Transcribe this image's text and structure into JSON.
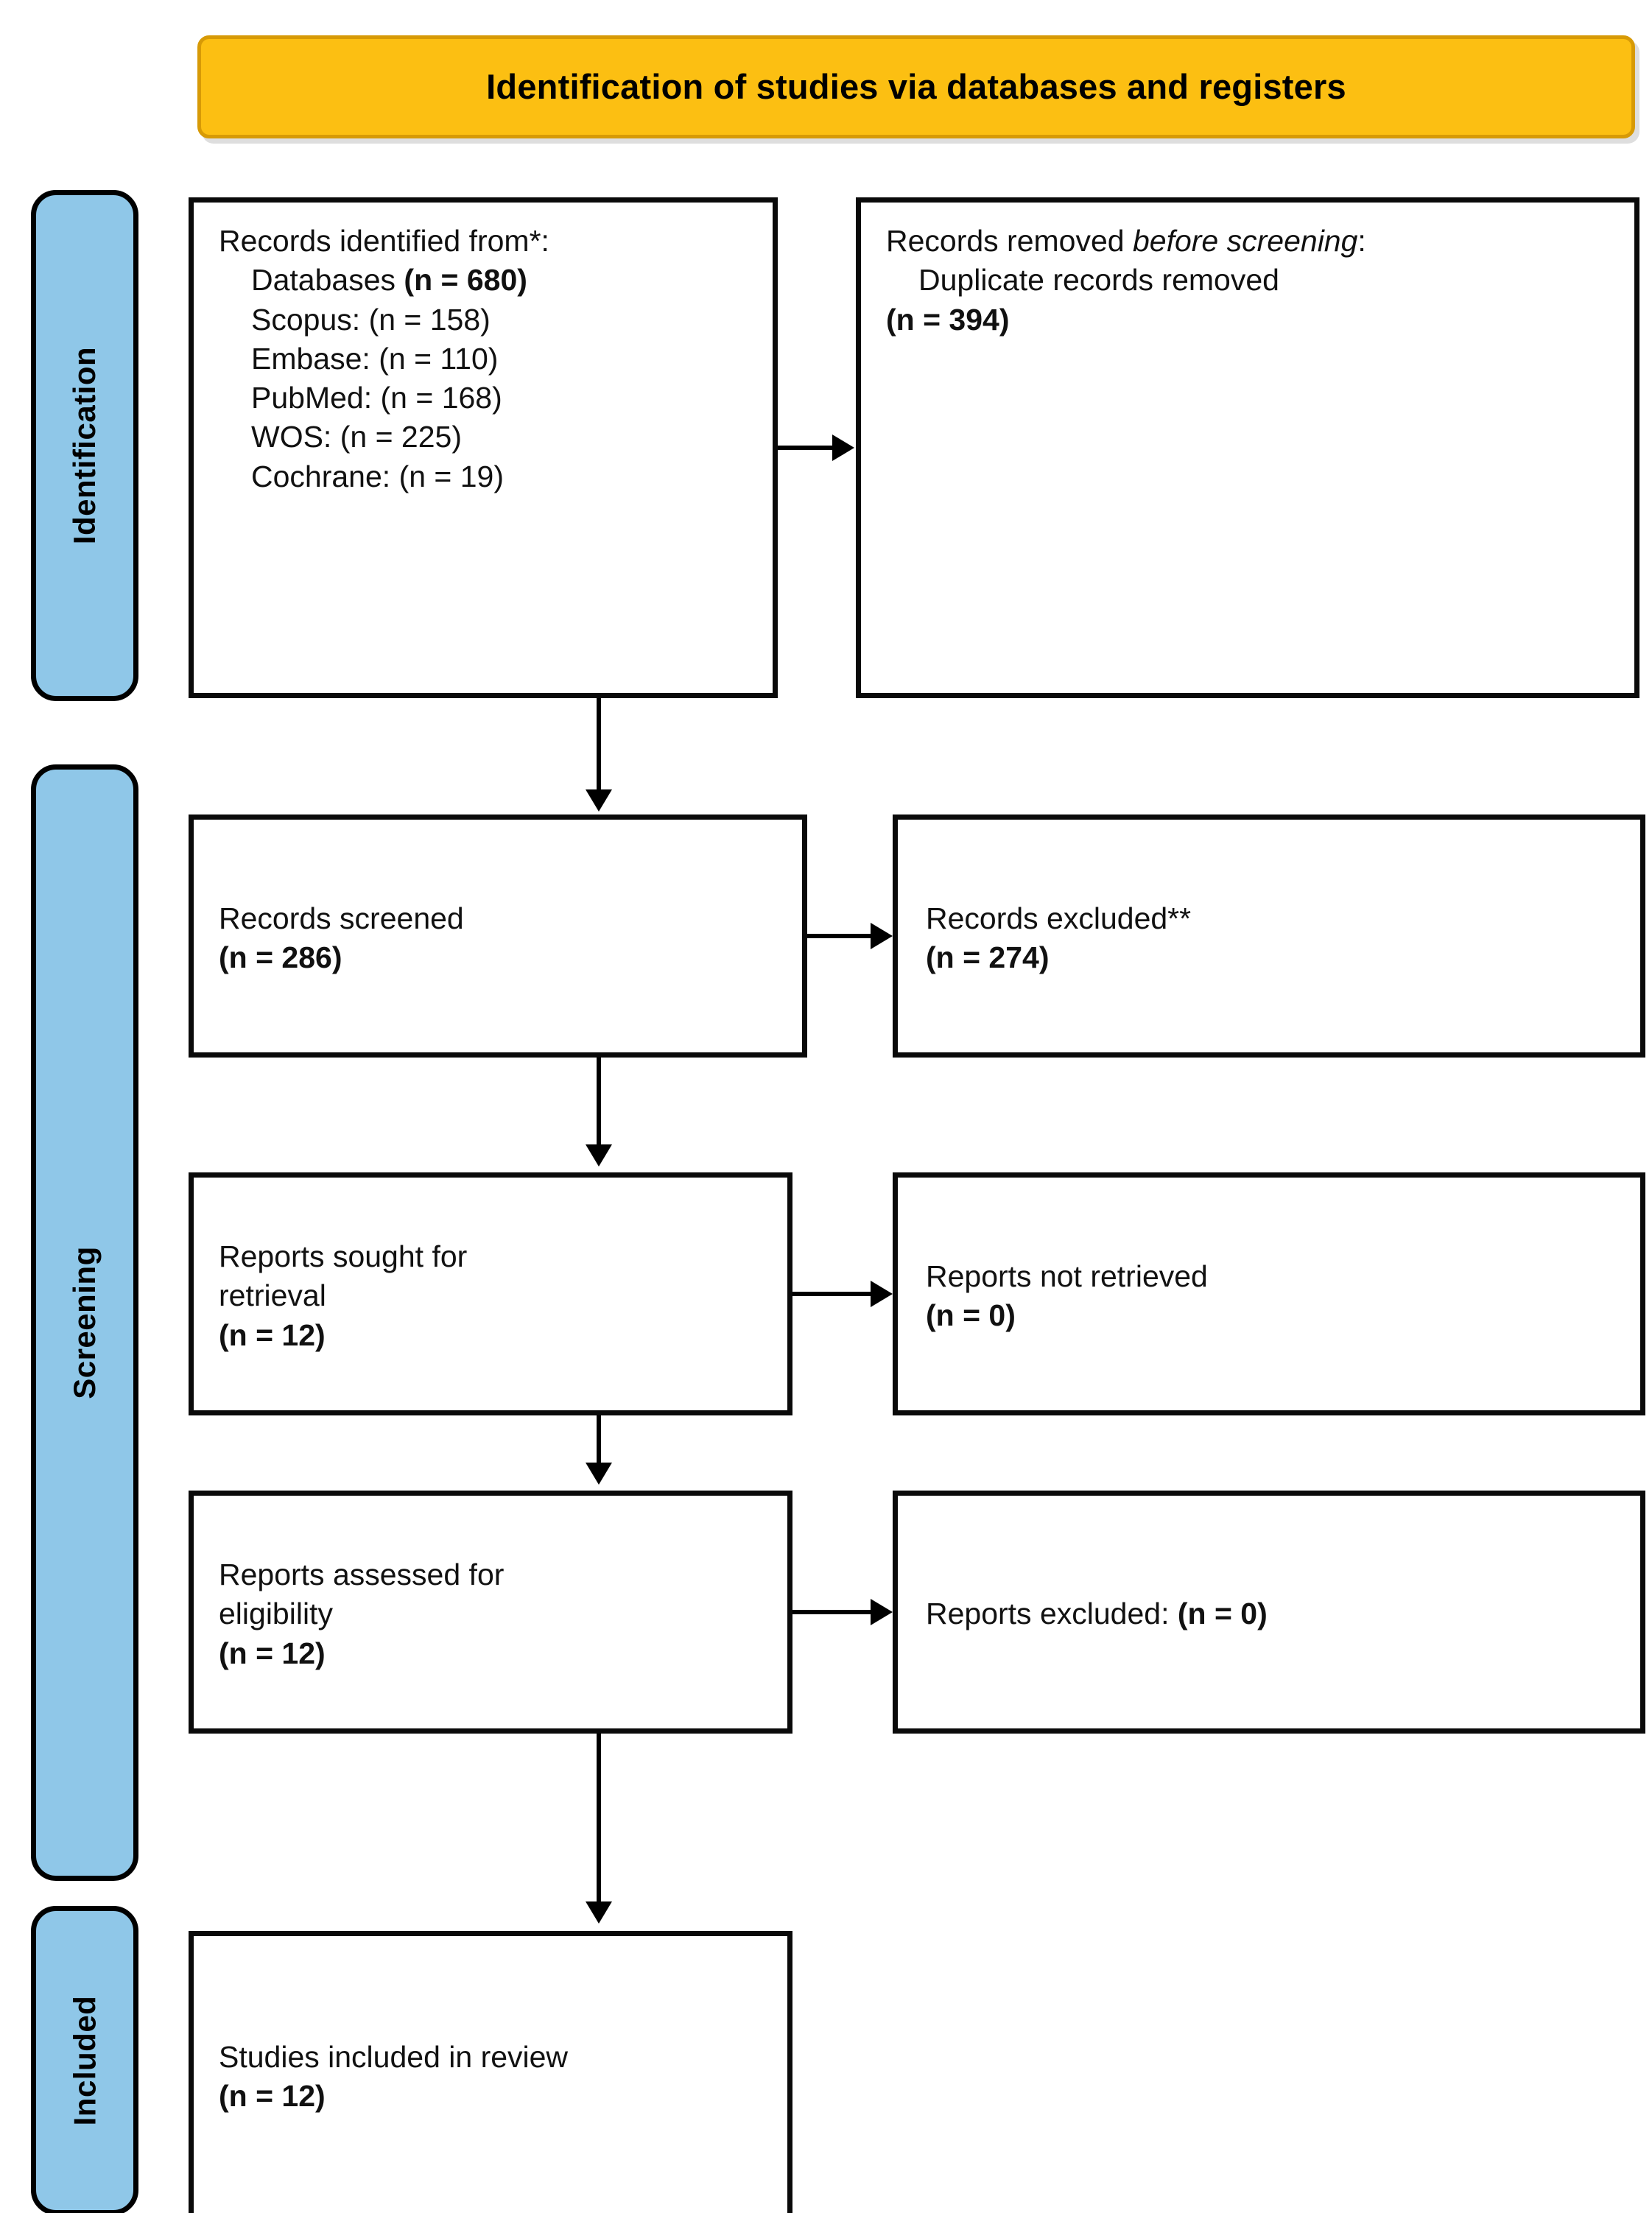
{
  "banner": {
    "title": "Identification of studies via databases and registers"
  },
  "colors": {
    "banner_fill": "#FCBF12",
    "banner_border": "#D79A06",
    "stage_fill": "#8FC7E8",
    "box_border": "#0A0A0A",
    "text": "#111111",
    "page_background": "#FFFFFF"
  },
  "stages": [
    {
      "id": "identification",
      "label": "Identification"
    },
    {
      "id": "screening",
      "label": "Screening"
    },
    {
      "id": "included",
      "label": "Included"
    }
  ],
  "boxes": {
    "identified": {
      "name": "records-identified",
      "heading": "Records identified from*:",
      "databases_label": "Databases",
      "databases_count": "(n = 680)",
      "sources": [
        {
          "label": "Scopus:",
          "count": "(n = 158)"
        },
        {
          "label": "Embase:",
          "count": "(n = 110)"
        },
        {
          "label": "PubMed:",
          "count": "(n = 168)"
        },
        {
          "label": "WOS:",
          "count": "(n = 225)"
        },
        {
          "label": "Cochrane:",
          "count": "(n = 19)"
        }
      ]
    },
    "removed_before_screening": {
      "name": "records-removed-before-screening",
      "lead": "Records removed ",
      "emph1": "before",
      "emph2": "screening",
      "colon": ":",
      "detail": "Duplicate records removed",
      "count": "(n = 394)"
    },
    "screened": {
      "name": "records-screened",
      "label": "Records screened",
      "count": "(n = 286)"
    },
    "excluded_records": {
      "name": "records-excluded",
      "label": "Records excluded**",
      "count": "(n = 274)"
    },
    "sought": {
      "name": "reports-sought-for-retrieval",
      "label_line1": "Reports sought for",
      "label_line2": "retrieval",
      "count": "(n = 12)"
    },
    "not_retrieved": {
      "name": "reports-not-retrieved",
      "label": "Reports not retrieved",
      "count": "(n = 0)"
    },
    "assessed": {
      "name": "reports-assessed-for-eligibility",
      "label_line1": "Reports assessed for",
      "label_line2": "eligibility",
      "count": "(n = 12)"
    },
    "excluded_reports": {
      "name": "reports-excluded",
      "label": "Reports excluded: ",
      "count": "(n = 0)"
    },
    "included": {
      "name": "studies-included-in-review",
      "label": "Studies included in review",
      "count": "(n = 12)"
    }
  },
  "chart_data": {
    "type": "diagram",
    "title": "Identification of studies via databases and registers",
    "nodes": [
      {
        "id": "identified",
        "stage": "Identification",
        "column": "left",
        "text": "Records identified from*: Databases (n = 680); Scopus: (n = 158); Embase: (n = 110); PubMed: (n = 168); WOS: (n = 225); Cochrane: (n = 19)",
        "n": 680
      },
      {
        "id": "removed",
        "stage": "Identification",
        "column": "right",
        "text": "Records removed before screening: Duplicate records removed (n = 394)",
        "n": 394
      },
      {
        "id": "screened",
        "stage": "Screening",
        "column": "left",
        "text": "Records screened (n = 286)",
        "n": 286
      },
      {
        "id": "excluded",
        "stage": "Screening",
        "column": "right",
        "text": "Records excluded** (n = 274)",
        "n": 274
      },
      {
        "id": "sought",
        "stage": "Screening",
        "column": "left",
        "text": "Reports sought for retrieval (n = 12)",
        "n": 12
      },
      {
        "id": "notretrieved",
        "stage": "Screening",
        "column": "right",
        "text": "Reports not retrieved (n = 0)",
        "n": 0
      },
      {
        "id": "assessed",
        "stage": "Screening",
        "column": "left",
        "text": "Reports assessed for eligibility (n = 12)",
        "n": 12
      },
      {
        "id": "repexcluded",
        "stage": "Screening",
        "column": "right",
        "text": "Reports excluded: (n = 0)",
        "n": 0
      },
      {
        "id": "included",
        "stage": "Included",
        "column": "left",
        "text": "Studies included in review (n = 12)",
        "n": 12
      }
    ],
    "edges": [
      {
        "from": "identified",
        "to": "removed",
        "direction": "right"
      },
      {
        "from": "identified",
        "to": "screened",
        "direction": "down"
      },
      {
        "from": "screened",
        "to": "excluded",
        "direction": "right"
      },
      {
        "from": "screened",
        "to": "sought",
        "direction": "down"
      },
      {
        "from": "sought",
        "to": "notretrieved",
        "direction": "right"
      },
      {
        "from": "sought",
        "to": "assessed",
        "direction": "down"
      },
      {
        "from": "assessed",
        "to": "repexcluded",
        "direction": "right"
      },
      {
        "from": "assessed",
        "to": "included",
        "direction": "down"
      }
    ],
    "database_breakdown": {
      "categories": [
        "Scopus",
        "Embase",
        "PubMed",
        "WOS",
        "Cochrane"
      ],
      "values": [
        158,
        110,
        168,
        225,
        19
      ],
      "total": 680
    }
  }
}
